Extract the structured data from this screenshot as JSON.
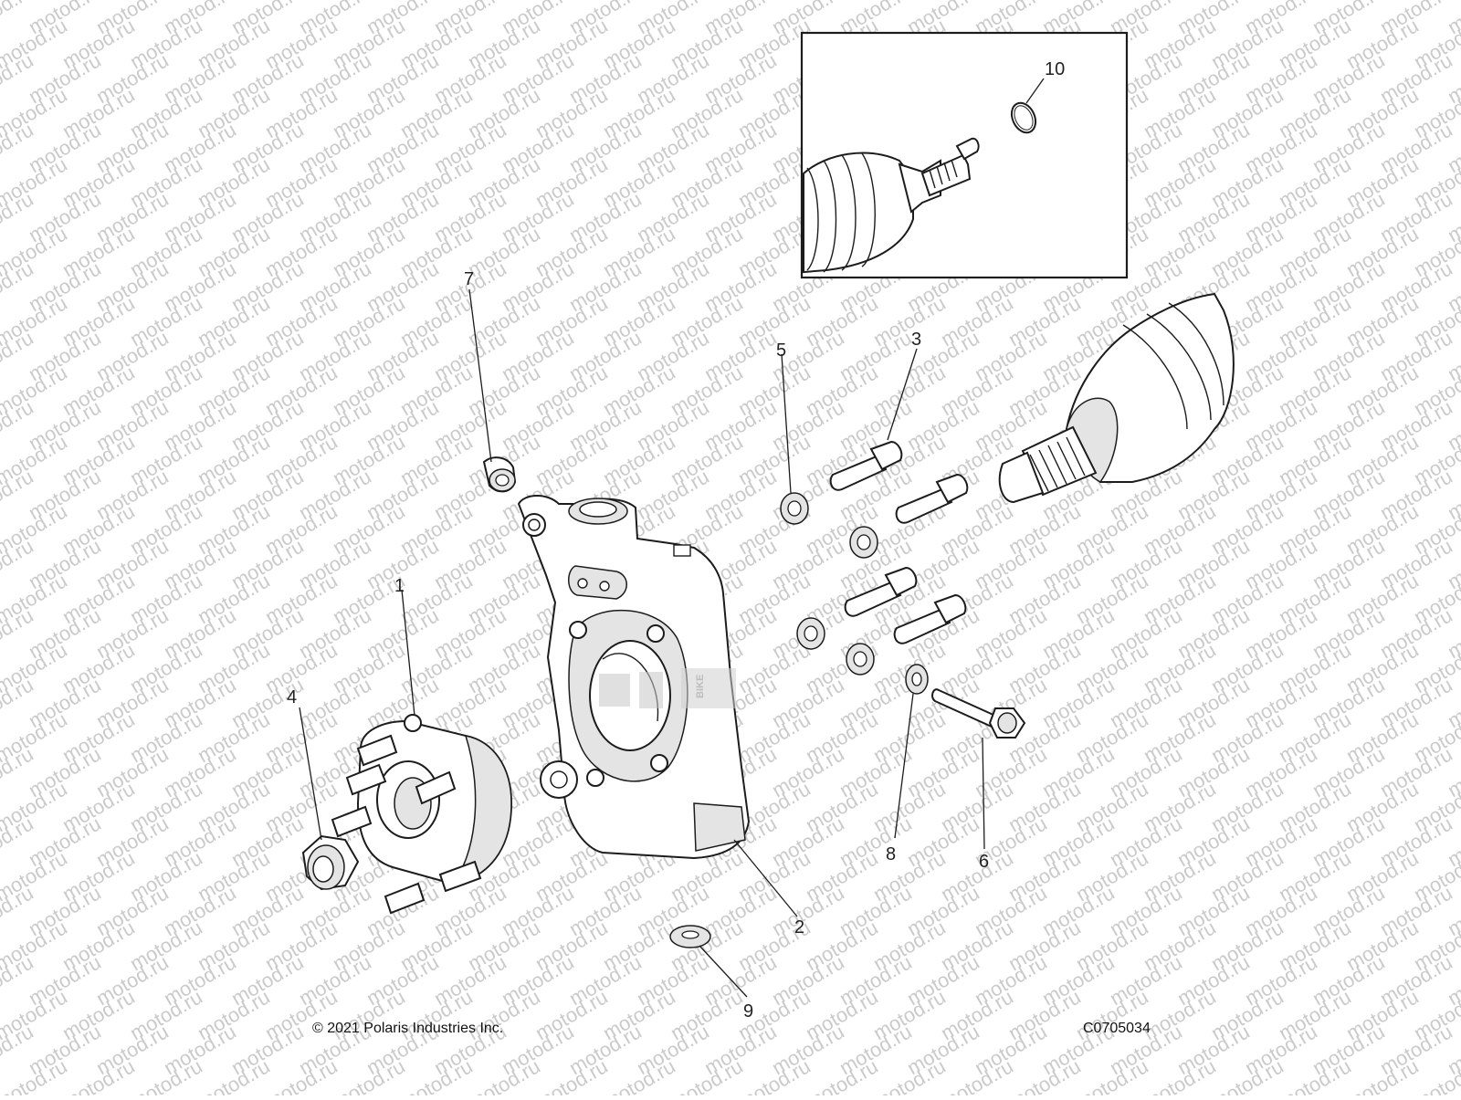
{
  "watermark": "motod.ru",
  "logo_text": "BIKE",
  "callouts": [
    {
      "number": "1",
      "part": "wheel-hub"
    },
    {
      "number": "2",
      "part": "steering-knuckle"
    },
    {
      "number": "3",
      "part": "socket-head-bolt"
    },
    {
      "number": "4",
      "part": "hub-nut"
    },
    {
      "number": "5",
      "part": "washer"
    },
    {
      "number": "6",
      "part": "flange-bolt"
    },
    {
      "number": "7",
      "part": "bushing"
    },
    {
      "number": "8",
      "part": "washer"
    },
    {
      "number": "9",
      "part": "washer"
    },
    {
      "number": "10",
      "part": "o-ring"
    }
  ],
  "footer": {
    "copyright": "© 2021 Polaris Industries Inc.",
    "drawing_code": "C0705034"
  }
}
